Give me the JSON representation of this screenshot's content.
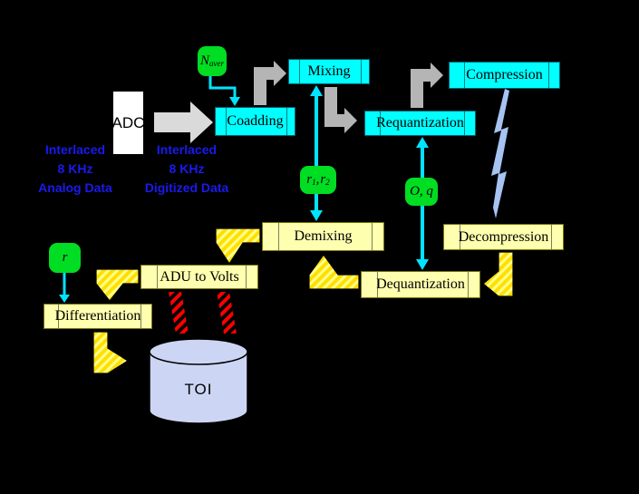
{
  "nodes": {
    "adc": {
      "label": "ADC"
    },
    "coadding": {
      "label": "Coadding"
    },
    "mixing": {
      "label": "Mixing"
    },
    "requantization": {
      "label": "Requantization"
    },
    "compression": {
      "label": "Compression"
    },
    "decompression": {
      "label": "Decompression"
    },
    "dequantization": {
      "label": "Dequantization"
    },
    "demixing": {
      "label": "Demixing"
    },
    "adu_to_volts": {
      "label": "ADU to Volts"
    },
    "differentiation": {
      "label": "Differentiation"
    },
    "toi": {
      "label": "TOI"
    }
  },
  "params": {
    "naver": {
      "base": "N",
      "sub": "aver"
    },
    "r1r2": {
      "base1": "r",
      "sub1": "1",
      "sep": ",",
      "base2": "r",
      "sub2": "2"
    },
    "oq": {
      "label": "O, q"
    },
    "r": {
      "label": "r"
    }
  },
  "annotations": {
    "analog": [
      "Interlaced",
      "8 KHz",
      "Analog Data"
    ],
    "digitized": [
      "Interlaced",
      "8 KHz",
      "Digitized Data"
    ]
  },
  "colors": {
    "background": "#000000",
    "process_box": "#00ffff",
    "ground_box": "#ffffb0",
    "param_box": "#00dd22",
    "storage": "#ccd6f4",
    "onboard_arrow": "#b5b5b5",
    "adc_arrow": "#dadada",
    "signal_arrow": "#00e4ff",
    "label_text": "#1a1aee",
    "link_bolt": "#a6c3f2"
  }
}
